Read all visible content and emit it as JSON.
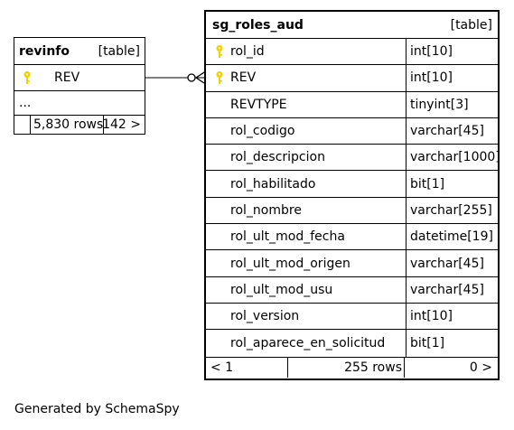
{
  "revinfo": {
    "name": "revinfo",
    "kind": "[table]",
    "columns": [
      {
        "name": "REV",
        "key": "primary-key-icon"
      }
    ],
    "ellipsis": "...",
    "footer": {
      "rows": "5,830 rows",
      "children": "142 >"
    }
  },
  "sg_roles_aud": {
    "name": "sg_roles_aud",
    "kind": "[table]",
    "columns": [
      {
        "name": "rol_id",
        "type": "int[10]",
        "key": "primary-key-icon"
      },
      {
        "name": "REV",
        "type": "int[10]",
        "key": "primary-key-icon"
      },
      {
        "name": "REVTYPE",
        "type": "tinyint[3]"
      },
      {
        "name": "rol_codigo",
        "type": "varchar[45]"
      },
      {
        "name": "rol_descripcion",
        "type": "varchar[1000]"
      },
      {
        "name": "rol_habilitado",
        "type": "bit[1]"
      },
      {
        "name": "rol_nombre",
        "type": "varchar[255]"
      },
      {
        "name": "rol_ult_mod_fecha",
        "type": "datetime[19]"
      },
      {
        "name": "rol_ult_mod_origen",
        "type": "varchar[45]"
      },
      {
        "name": "rol_ult_mod_usu",
        "type": "varchar[45]"
      },
      {
        "name": "rol_version",
        "type": "int[10]"
      },
      {
        "name": "rol_aparece_en_solicitud",
        "type": "bit[1]"
      }
    ],
    "footer": {
      "parents": "< 1",
      "rows": "255 rows",
      "children": "0 >"
    }
  },
  "relationship": {
    "from": "sg_roles_aud.REV",
    "to": "revinfo.REV",
    "color": "#000000"
  },
  "key_color": "#f2d200",
  "generated_by": "Generated by SchemaSpy"
}
